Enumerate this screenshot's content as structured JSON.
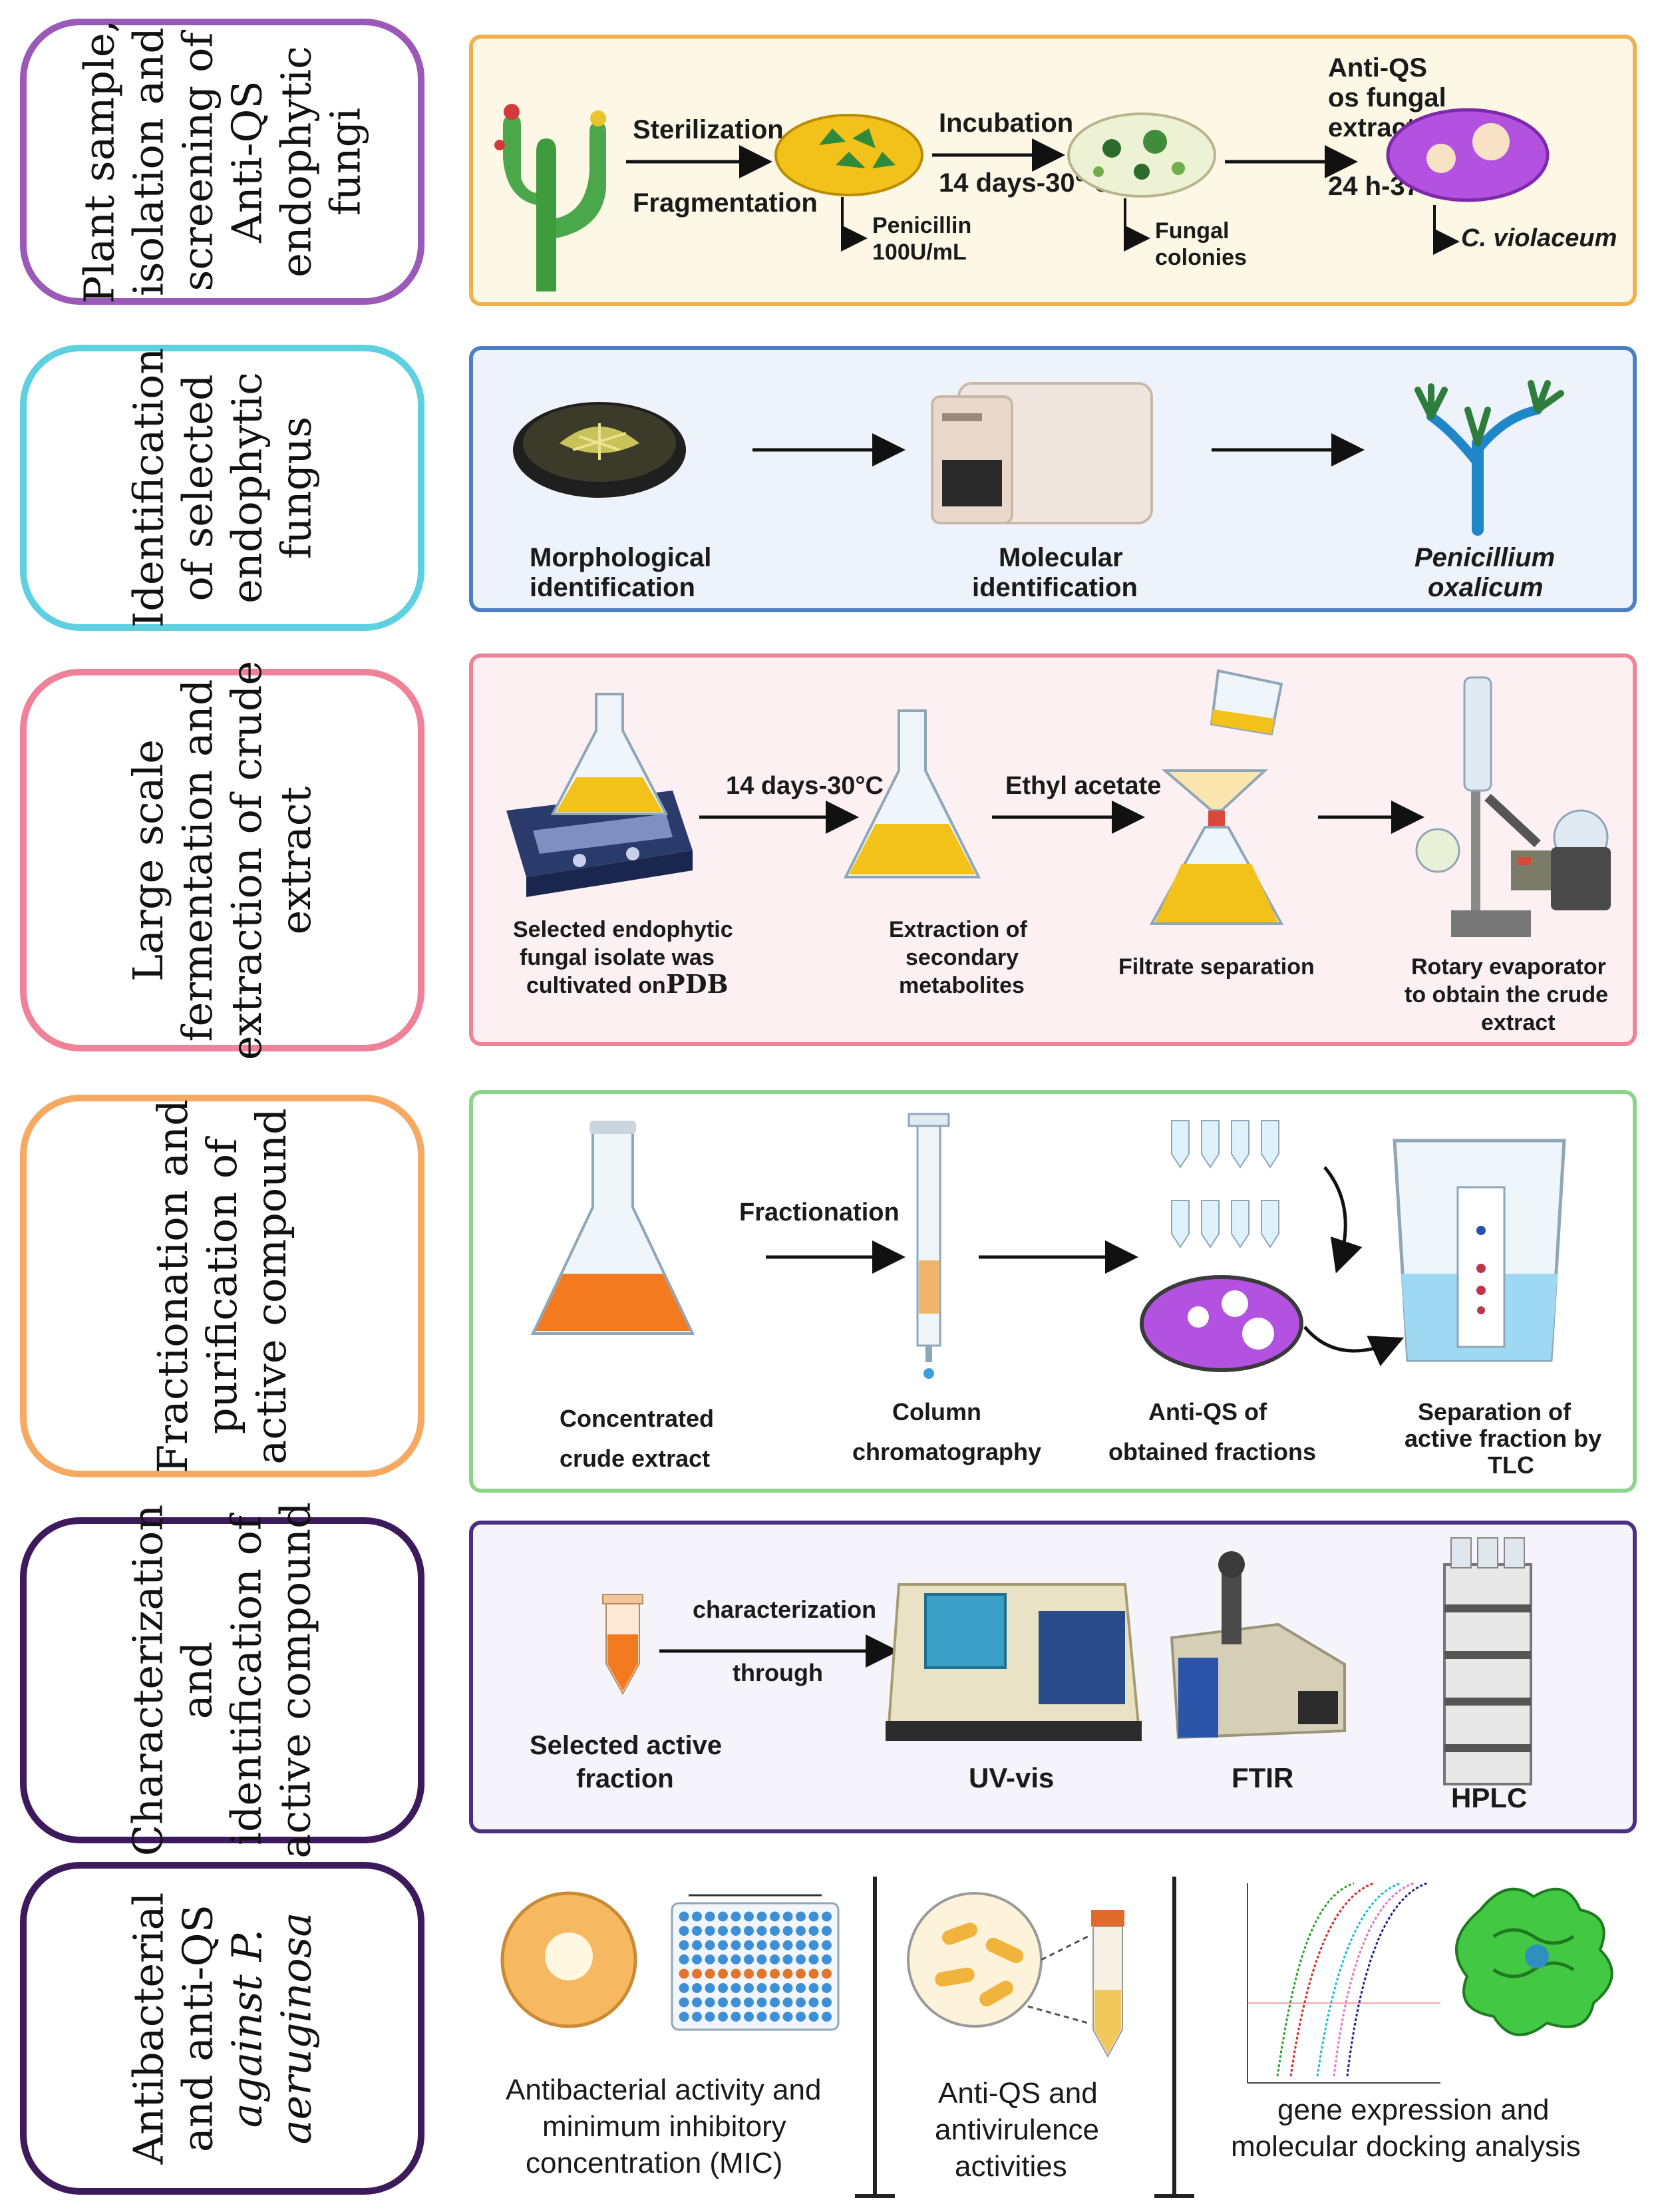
{
  "rows": [
    {
      "label_lines": [
        "Plant sample,",
        "isolation and",
        "screening of",
        "Anti-QS",
        "endophytic",
        "fungi"
      ],
      "color": "#9b5ab7"
    },
    {
      "label_lines": [
        "Identification",
        "of selected",
        "endophytic",
        "fungus"
      ],
      "color": "#5ed0e0"
    },
    {
      "label_lines": [
        "Large scale",
        "fermentation and",
        "extraction of crude",
        "extract"
      ],
      "color": "#ef8198"
    },
    {
      "label_lines": [
        "Fractionation and",
        "purification of",
        "active compound"
      ],
      "color": "#f7a861"
    },
    {
      "label_lines": [
        "Characterization",
        "and",
        "identification of",
        "active compound"
      ],
      "color": "#3c1a5c"
    },
    {
      "label_lines": [
        "Antibacterial",
        "and anti-QS",
        "against P.",
        "aeruginosa"
      ],
      "color": "#3c1a5c"
    }
  ],
  "panel1": {
    "border": "#f0b04a",
    "bg": "#fdf7e6",
    "sterilization": "Sterilization",
    "fragmentation": "Fragmentation",
    "penicillin_1": "Penicillin",
    "penicillin_2": "100U/mL",
    "incubation": "Incubation",
    "incubation_cond": "14 days-30° C",
    "fungal_1": "Fungal",
    "fungal_2": "colonies",
    "antiqs_1": "Anti-QS",
    "antiqs_2": "os fungal",
    "antiqs_3": "extracts",
    "antiqs_cond": "24 h-37°C",
    "cviolaceum": "C. violaceum"
  },
  "panel2": {
    "border": "#4b7fc4",
    "bg": "#eef3fb",
    "morph_1": "Morphological",
    "morph_2": "identification",
    "mol_1": "Molecular",
    "mol_2": "identification",
    "pen_1": "Penicillium",
    "pen_2": "oxalicum"
  },
  "panel3": {
    "border": "#ef8198",
    "bg": "#fdf0f2",
    "cond": "14 days-30°C",
    "solvent": "Ethyl acetate",
    "sel_1": "Selected endophytic",
    "sel_2": "fungal isolate was",
    "sel_3": "cultivated on",
    "sel_pdb": "PDB",
    "ext_1": "Extraction of",
    "ext_2": "secondary",
    "ext_3": "metabolites",
    "filt": "Filtrate separation",
    "rot_1": "Rotary evaporator",
    "rot_2": "to obtain the crude",
    "rot_3": "extract"
  },
  "panel4": {
    "border": "#8bd58a",
    "bg": "#ffffff",
    "fractionation": "Fractionation",
    "conc_1": "Concentrated",
    "conc_2": "crude extract",
    "col_1": "Column",
    "col_2": "chromatography",
    "aqs_1": "Anti-QS of",
    "aqs_2": "obtained fractions",
    "sep_1": "Separation of",
    "sep_2": "active fraction by",
    "sep_3": "TLC"
  },
  "panel5": {
    "border": "#4a2f82",
    "bg": "#f6f4fb",
    "char_1": "characterization",
    "char_2": "through",
    "sel_1": "Selected active",
    "sel_2": "fraction",
    "uv": "UV-vis",
    "ftir": "FTIR",
    "hplc": "HPLC"
  },
  "panel6": {
    "anti_1": "Antibacterial activity and",
    "anti_2": "minimum inhibitory",
    "anti_3": "concentration (MIC)",
    "qs_1": "Anti-QS and",
    "qs_2": "antivirulence",
    "qs_3": "activities",
    "gene_1": "gene expression and",
    "gene_2": "molecular docking analysis"
  }
}
